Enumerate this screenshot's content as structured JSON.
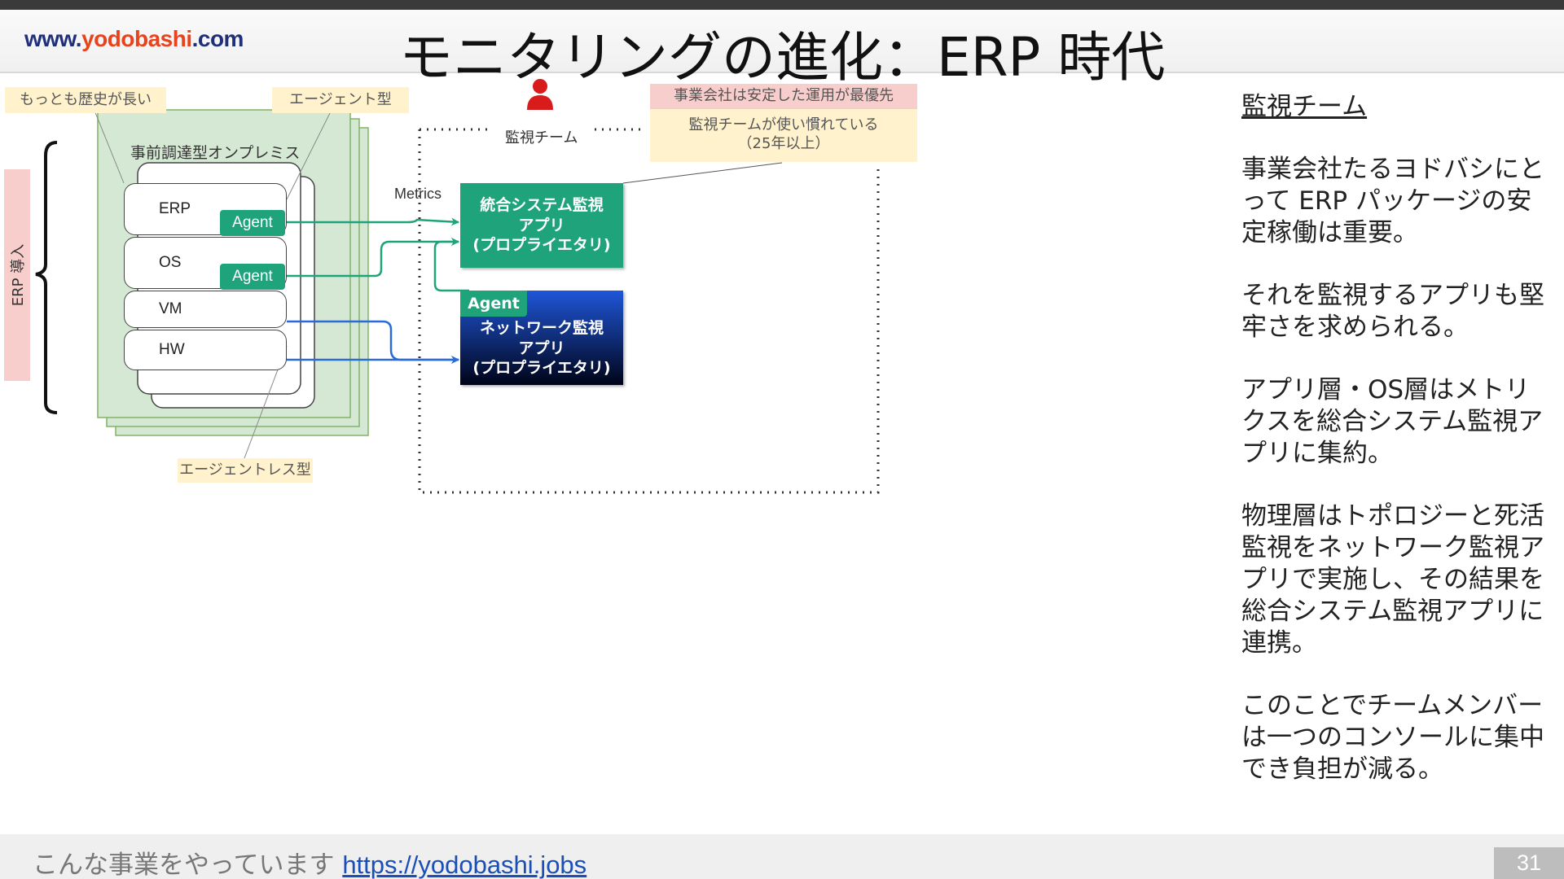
{
  "header": {
    "logo_part1": "www.",
    "logo_part2": "yodobashi",
    "logo_part3": ".com",
    "title": "モニタリングの進化：ERP 時代"
  },
  "diagram": {
    "note_history": "もっとも歴史が長い",
    "note_agent_type": "エージェント型",
    "note_agentless_type": "エージェントレス型",
    "erp_intro": "ERP 導入",
    "onprem_title": "事前調達型オンプレミス",
    "layers": [
      "ERP",
      "OS",
      "VM",
      "HW"
    ],
    "agent_label": "Agent",
    "metrics_label": "Metrics",
    "team_label": "監視チーム",
    "priority_note": "事業会社は安定した運用が最優先",
    "team_note_line1": "監視チームが使い慣れている",
    "team_note_line2": "（25年以上）",
    "app_integrated_line1": "統合システム監視",
    "app_integrated_line2": "アプリ",
    "app_integrated_line3": "(プロプライエタリ)",
    "app_network_line1": "ネットワーク監視",
    "app_network_line2": "アプリ",
    "app_network_line3": "(プロプライエタリ)",
    "colors": {
      "green": "#1ea37a",
      "blue_line": "#2a6bd6",
      "onprem_fill": "#d5e8d4",
      "note_fill": "#fff2cc",
      "pink_fill": "#f8cecc"
    }
  },
  "side": {
    "heading": "監視チーム",
    "paragraphs": [
      "事業会社たるヨドバシにとって ERP パッケージの安定稼働は重要。",
      "それを監視するアプリも堅牢さを求められる。",
      "アプリ層・OS層はメトリクスを総合システム監視アプリに集約。",
      "物理層はトポロジーと死活監視をネットワーク監視アプリで実施し、その結果を総合システム監視アプリに連携。",
      "このことでチームメンバーは一つのコンソールに集中でき負担が減る。"
    ]
  },
  "footer": {
    "text": "こんな事業をやっています ",
    "link": "https://yodobashi.jobs",
    "page_number": "31"
  }
}
